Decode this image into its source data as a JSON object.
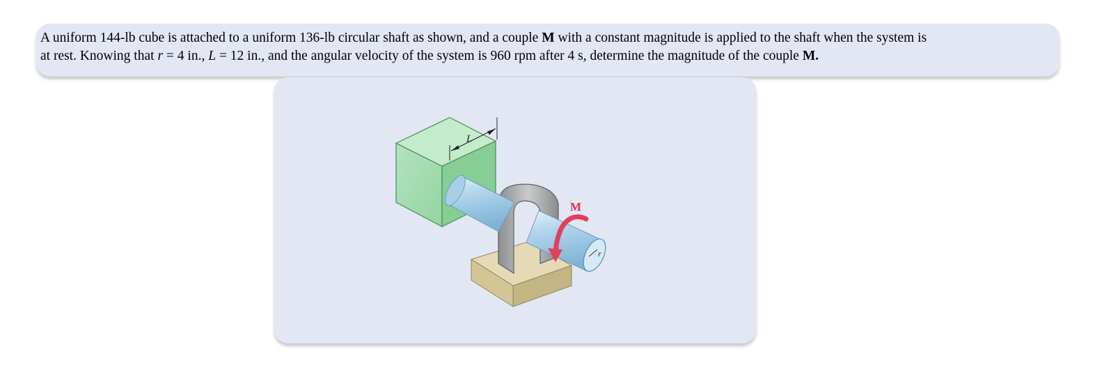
{
  "problem": {
    "line1": {
      "t1": "A uniform 144-lb cube is attached to a uniform 136-lb circular shaft as shown, and a couple ",
      "m1": "M",
      "t2": " with a constant magnitude is applied to the shaft when the system is"
    },
    "line2": {
      "t1": "at rest. Knowing that ",
      "r": "r",
      "t2": " = 4 in., ",
      "L": "L",
      "t3": " = 12 in., and the angular velocity of the system is 960 rpm after 4 s, determine the magnitude of the couple ",
      "m2": "M."
    }
  },
  "figure": {
    "label_L": "L",
    "label_M": "M",
    "label_r": "r",
    "colors": {
      "cube": "#a5dcb0",
      "cube_top": "#c4ebcc",
      "cube_side": "#7fcc8f",
      "shaft": "#a9cfe8",
      "support": "#9a9c9e",
      "base": "#ddd0a8",
      "moment_arrow": "#e0405a",
      "label_M": "#d8304a"
    }
  }
}
